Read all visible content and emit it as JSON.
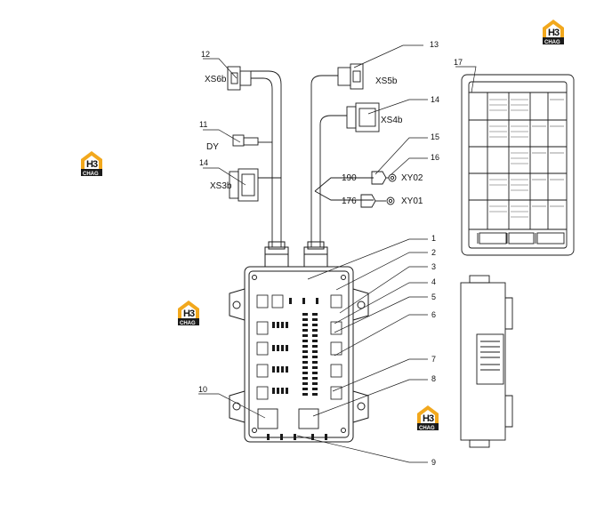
{
  "logos": {
    "h_mark": "H",
    "three_mark": "3",
    "brand": "CHAG"
  },
  "components": {
    "xs6b": "XS6b",
    "dy": "DY",
    "xs3b": "XS3b",
    "xs5b": "XS5b",
    "xs4b": "XS4b",
    "wire_190": "190",
    "wire_176": "176",
    "xy02": "XY02",
    "xy01": "XY01"
  },
  "callouts": [
    "1",
    "2",
    "3",
    "4",
    "5",
    "6",
    "7",
    "8",
    "9",
    "10",
    "11",
    "12",
    "13",
    "14",
    "14",
    "15",
    "16",
    "17"
  ],
  "colors": {
    "line": "#1a1a1a",
    "logo_orange": "#f2a81d",
    "logo_dark": "#1b1b1b"
  }
}
